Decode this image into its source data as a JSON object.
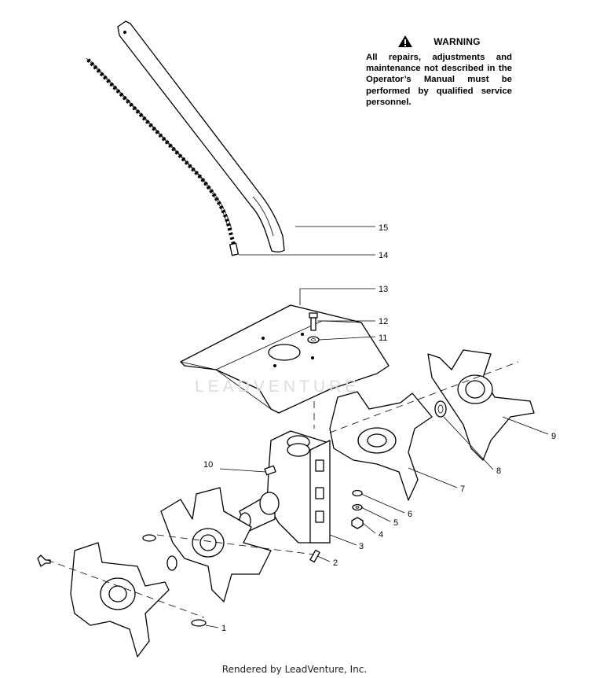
{
  "warning": {
    "icon": "warning-triangle-icon",
    "title": "WARNING",
    "text": "All repairs, adjustments and maintenance not described in the Operator’s Manual must be performed by qualified service personnel."
  },
  "callouts": [
    "1",
    "2",
    "3",
    "4",
    "5",
    "6",
    "7",
    "8",
    "9",
    "10",
    "11",
    "12",
    "13",
    "14",
    "15"
  ],
  "watermark": "LEADVENTURE",
  "footer": "Rendered by LeadVenture, Inc."
}
